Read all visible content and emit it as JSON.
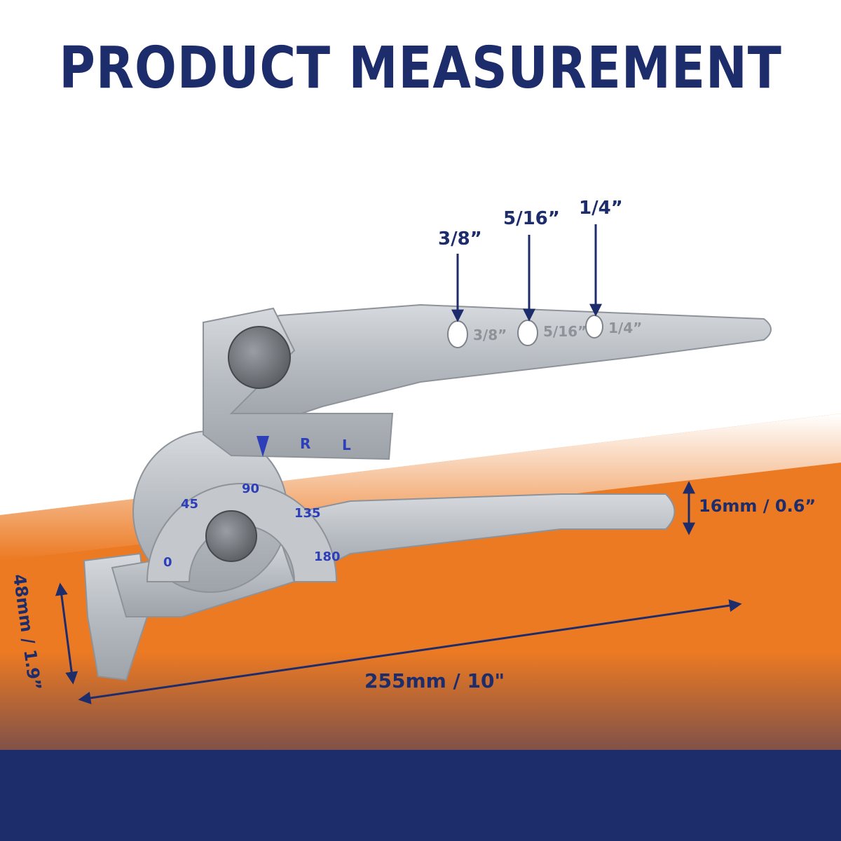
{
  "title": "PRODUCT MEASUREMENT",
  "colors": {
    "accent_navy": "#1d2c6b",
    "accent_orange": "#ec7a23",
    "tool_silver": "#b9bec4",
    "engraving_blue": "#2c3fb8"
  },
  "hole_labels": [
    "3/8”",
    "5/16”",
    "1/4”"
  ],
  "handle_engravings": [
    "3/8”",
    "5/16”",
    "1/4”"
  ],
  "dimensions": {
    "length": "255mm / 10\"",
    "height": "48mm / 1.9”",
    "handle_thickness": "16mm / 0.6”"
  },
  "head_markings": [
    "R",
    "L"
  ],
  "dial_degrees": [
    "0",
    "45",
    "90",
    "135",
    "180"
  ]
}
